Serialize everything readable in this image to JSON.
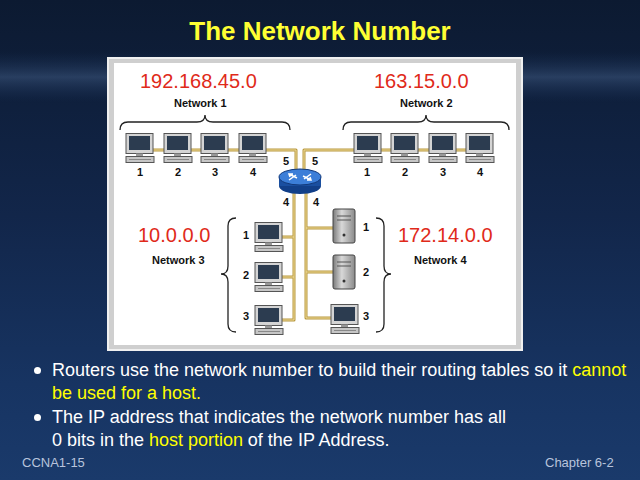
{
  "diagram": {
    "title": "The Network Number",
    "labels": [
      "192.168.45.0",
      "Network 1",
      "163.15.0.0",
      "Network 2",
      "10.0.0.0",
      "Network 3",
      "172.14.0.0",
      "Network 4",
      "1",
      "2",
      "3",
      "4",
      "5",
      "5",
      "4",
      "4",
      "1",
      "2",
      "3",
      "4",
      "1",
      "2",
      "3",
      "1",
      "2",
      "3",
      "Routers use the network number to build their routing tables so it",
      "cannot be used for a host.",
      "The IP address that indicates the network number has all",
      "0 bits in the",
      "host portion",
      "of the IP Address.",
      "CCNA1-15",
      "Chapter 6-2"
    ]
  }
}
